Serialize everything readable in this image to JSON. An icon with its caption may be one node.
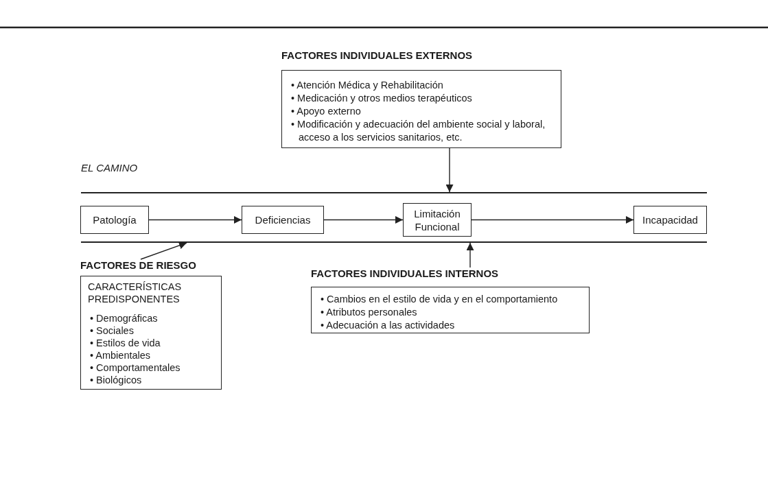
{
  "diagram": {
    "nodes": [
      {
        "text": [
          "FACTORES INDIVIDUALES EXTERNOS",
          "• Atención Médica y Rehabilitación",
          "• Medicación y otros medios terapéuticos",
          "• Apoyo externo",
          "• Modificación y adecuación del ambiente social y laboral, acceso a los servicios sanitarios, etc."
        ]
      },
      {
        "text": [
          "EL CAMINO"
        ]
      },
      {
        "text": [
          "Patología"
        ],
        "in": 1
      },
      {
        "text": [
          "Deficiencias"
        ],
        "in": 1
      },
      {
        "text": [
          "Limitación Funcional"
        ],
        "in": 1
      },
      {
        "text": [
          "Incapacidad"
        ],
        "in": 1
      },
      {
        "text": [
          "FACTORES DE RIESGO",
          "CARACTERÍSTICAS PREDISPONENTES",
          "• Demográficas",
          "• Sociales",
          "• Estilos de vida",
          "• Ambientales",
          "• Comportamentales",
          "• Biológicos"
        ]
      },
      {
        "text": [
          "FACTORES INDIVIDUALES INTERNOS",
          "• Cambios en el estilo de vida y en el comportamiento",
          "• Atributos personales",
          "• Adecuación a las actividades"
        ]
      }
    ],
    "edges": [
      {
        "from": 2,
        "to": 3,
        "arrow": "to"
      },
      {
        "from": 3,
        "to": 4,
        "arrow": "to"
      },
      {
        "from": 4,
        "to": 5,
        "arrow": "to"
      },
      {
        "from": 0,
        "to": 1,
        "arrow": "to"
      },
      {
        "from": 6,
        "to": 1,
        "arrow": "to"
      },
      {
        "from": 7,
        "to": 1,
        "arrow": "to"
      }
    ]
  }
}
